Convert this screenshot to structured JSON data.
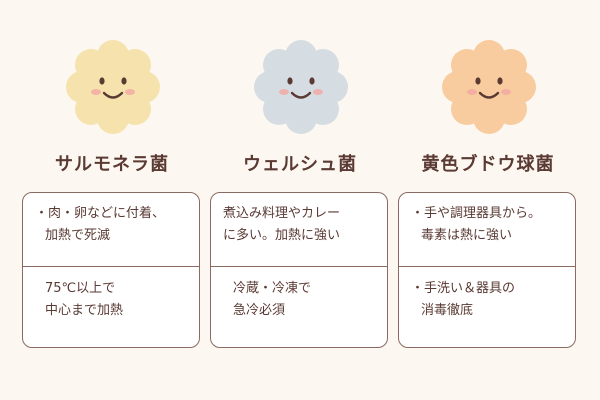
{
  "colors": {
    "background": "#fcf8f1",
    "text": "#5a3a33",
    "border": "#8a6a62",
    "mascot_yellow": "#f6e2ad",
    "mascot_gray": "#d5dde2",
    "mascot_orange": "#f8cc9e",
    "cheek": "#f2a8a3"
  },
  "bacteria": [
    {
      "name": "サルモネラ菌",
      "mascot": "smiling-cloud-yellow",
      "top_lines": [
        "・肉・卵などに付着、",
        "加熱で死滅"
      ],
      "bottom_lines": [
        "75℃以上で",
        "中心まで加熱"
      ]
    },
    {
      "name": "ウェルシュ菌",
      "mascot": "smiling-cloud-gray",
      "top_lines": [
        "煮込み料理やカレー",
        "に多い。加熱に強い"
      ],
      "bottom_lines": [
        "冷蔵・冷凍で",
        "急冷必須"
      ]
    },
    {
      "name": "黄色ブドウ球菌",
      "mascot": "smiling-cloud-orange",
      "top_lines": [
        "・手や調理器具から。",
        "毒素は熱に強い"
      ],
      "bottom_lines": [
        "・手洗い＆器具の",
        "消毒徹底"
      ]
    }
  ]
}
